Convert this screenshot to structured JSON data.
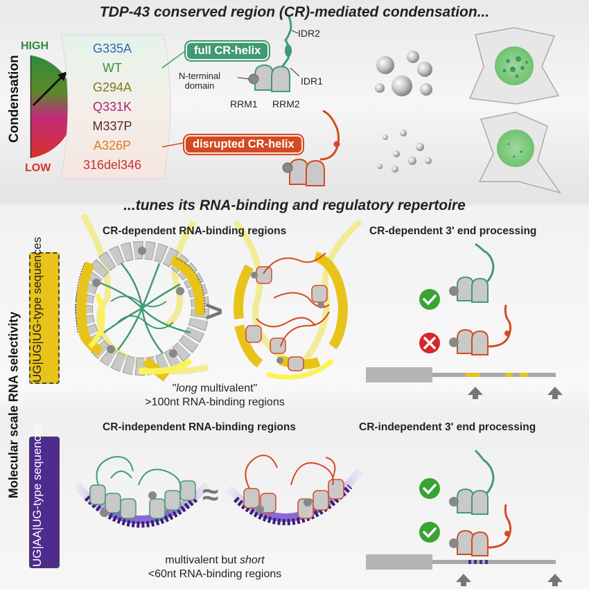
{
  "title": "TDP-43 conserved region (CR)-mediated condensation...",
  "subtitle": "...tunes its RNA-binding and regulatory repertoire",
  "axis": {
    "label": "Condensation",
    "high": "HIGH",
    "low": "LOW"
  },
  "variants": [
    {
      "label": "G335A",
      "color": "#2a69b3"
    },
    {
      "label": "WT",
      "color": "#3b8f3b"
    },
    {
      "label": "G294A",
      "color": "#7a7a1e"
    },
    {
      "label": "Q331K",
      "color": "#b0226e"
    },
    {
      "label": "M337P",
      "color": "#5a2a2a"
    },
    {
      "label": "A326P",
      "color": "#e07b1f"
    },
    {
      "label": "316del346",
      "color": "#c9302c"
    }
  ],
  "protein": {
    "full_label": "full CR-helix",
    "disrupted_label": "disrupted CR-helix",
    "idr2": "IDR2",
    "idr1": "IDR1",
    "nterm": "N-terminal\ndomain",
    "rrm1": "RRM1",
    "rrm2": "RRM2"
  },
  "molecular": {
    "side_label": "Molecular scale RNA selectivity",
    "ug_label": "UG|UG|UG-type\nsequences",
    "aa_label": "UG|AA|UG-type\nsequences",
    "cr_dep_binding": "CR-dependent RNA-binding regions",
    "cr_dep_processing": "CR-dependent 3' end processing",
    "cr_ind_binding": "CR-independent RNA-binding regions",
    "cr_ind_processing": "CR-independent 3' end processing",
    "gt": ">",
    "approx": "≈",
    "long_word": "long",
    "long_rest": " multivalent\"",
    "long_line2": ">100nt RNA-binding regions",
    "short_line1": "multivalent but ",
    "short_word": "short",
    "short_line2": "<60nt RNA-binding regions"
  },
  "colors": {
    "green": "#3f9a72",
    "red": "#d34a22",
    "yellow": "#e8c319",
    "purple": "#4f2a8f",
    "ok": "#3aa335",
    "bad": "#d7262d"
  }
}
